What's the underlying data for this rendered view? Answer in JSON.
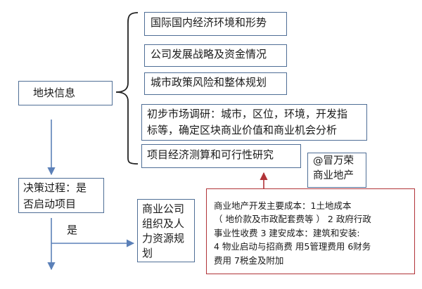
{
  "nodes": {
    "info": {
      "lines": [
        "地块信息"
      ]
    },
    "decision": {
      "lines": [
        "决策过程：是",
        "否启动项目"
      ]
    },
    "org": {
      "lines": [
        "商业公司",
        "组织及人",
        "力资源规",
        "划"
      ]
    },
    "env": {
      "lines": [
        "国际国内经济环境和形势"
      ]
    },
    "strategy": {
      "lines": [
        "公司发展战略及资金情况"
      ]
    },
    "policy": {
      "lines": [
        "城市政策风险和整体规划"
      ]
    },
    "market": {
      "lines": [
        "初步市场调研：城市，区位，环境，开发指",
        "标等，确定区块商业价值和商业机会分析"
      ]
    },
    "feasibility": {
      "lines": [
        "项目经济测算和可行性研究"
      ]
    },
    "watermark": {
      "lines": [
        "@冒万荣",
        "商业地产"
      ]
    },
    "cost": {
      "lines": [
        "商业地产开发主要成本：1土地成本",
        "（ 地价款及市政配套费等 ） 2 政府行政",
        "事业性收费  3 建安成本：建筑和安装:",
        " 4 物业启动与招商费 用5管理费用 6财务",
        "费用 7税金及附加"
      ]
    }
  },
  "edge_labels": {
    "yes": "是"
  },
  "colors": {
    "box_border": "#4f6e96",
    "arrow": "#5b80b8",
    "brace": "#222222",
    "cost_border": "#b13338"
  }
}
